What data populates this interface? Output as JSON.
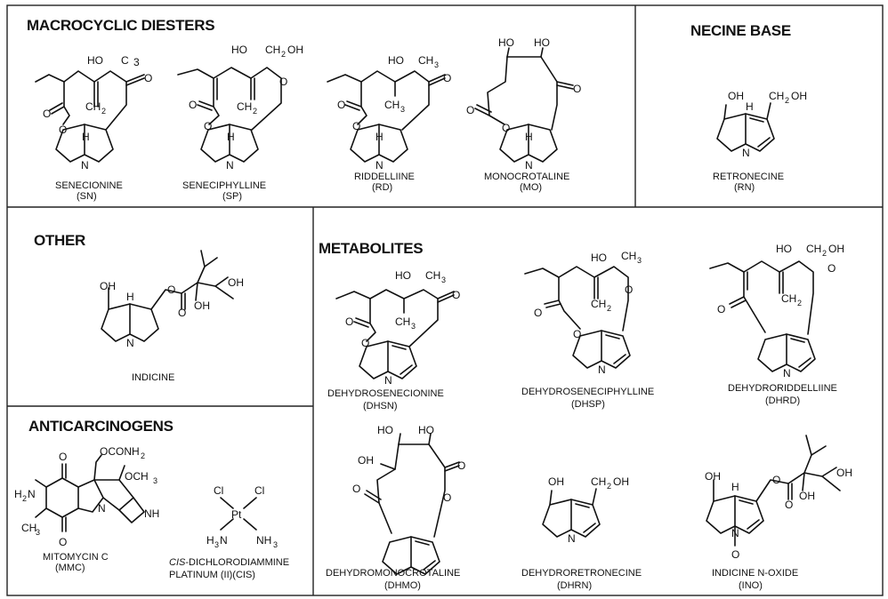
{
  "sections": {
    "macrocyclic": "MACROCYCLIC DIESTERS",
    "necine": "NECINE BASE",
    "other": "OTHER",
    "metabolites": "METABOLITES",
    "anticarcinogens": "ANTICARCINOGENS"
  },
  "compounds": [
    {
      "id": "sn",
      "name": "SENECIONINE",
      "abbr": "(SN)"
    },
    {
      "id": "sp",
      "name": "SENECIPHYLLINE",
      "abbr": "(SP)"
    },
    {
      "id": "rd",
      "name": "RIDDELLIINE",
      "abbr": "(RD)"
    },
    {
      "id": "mo",
      "name": "MONOCROTALINE",
      "abbr": "(MO)"
    },
    {
      "id": "rn",
      "name": "RETRONECINE",
      "abbr": "(RN)"
    },
    {
      "id": "ind",
      "name": "INDICINE",
      "abbr": ""
    },
    {
      "id": "dhsn",
      "name": "DEHYDROSENECIONINE",
      "abbr": "(DHSN)"
    },
    {
      "id": "dhsp",
      "name": "DEHYDROSENECIPHYLLINE",
      "abbr": "(DHSP)"
    },
    {
      "id": "dhrd",
      "name": "DEHYDRORIDDELLIINE",
      "abbr": "(DHRD)"
    },
    {
      "id": "mmc",
      "name": "MITOMYCIN C",
      "abbr": "(MMC)"
    },
    {
      "id": "dhmo",
      "name": "DEHYDROMONOCROTALINE",
      "abbr": "(DHMO)"
    },
    {
      "id": "dhrn",
      "name": "DEHYDRORETRONECINE",
      "abbr": "(DHRN)"
    },
    {
      "id": "ino",
      "name": "INDICINE N-OXIDE",
      "abbr": "(INO)"
    }
  ],
  "cis": {
    "italic": "CIS",
    "name1": "-DICHLORODIAMMINE",
    "name2": "PLATINUM (II)(CIS)"
  },
  "atoms": {
    "oh": "OH",
    "ho": "HO",
    "h": "H",
    "n": "N",
    "o": "O",
    "c": "C",
    "h3": "3",
    "ch": "CH",
    "ch2": "CH",
    "two": "2",
    "ch2oh": "CH",
    "ohsuf": "OH",
    "ocnh2": "OCONH",
    "och3": "OCH",
    "h2n": "H",
    "ch3": "CH",
    "nh": "NH",
    "cl": "Cl",
    "pt": "Pt",
    "h3n": "H",
    "nh3": "NH"
  }
}
